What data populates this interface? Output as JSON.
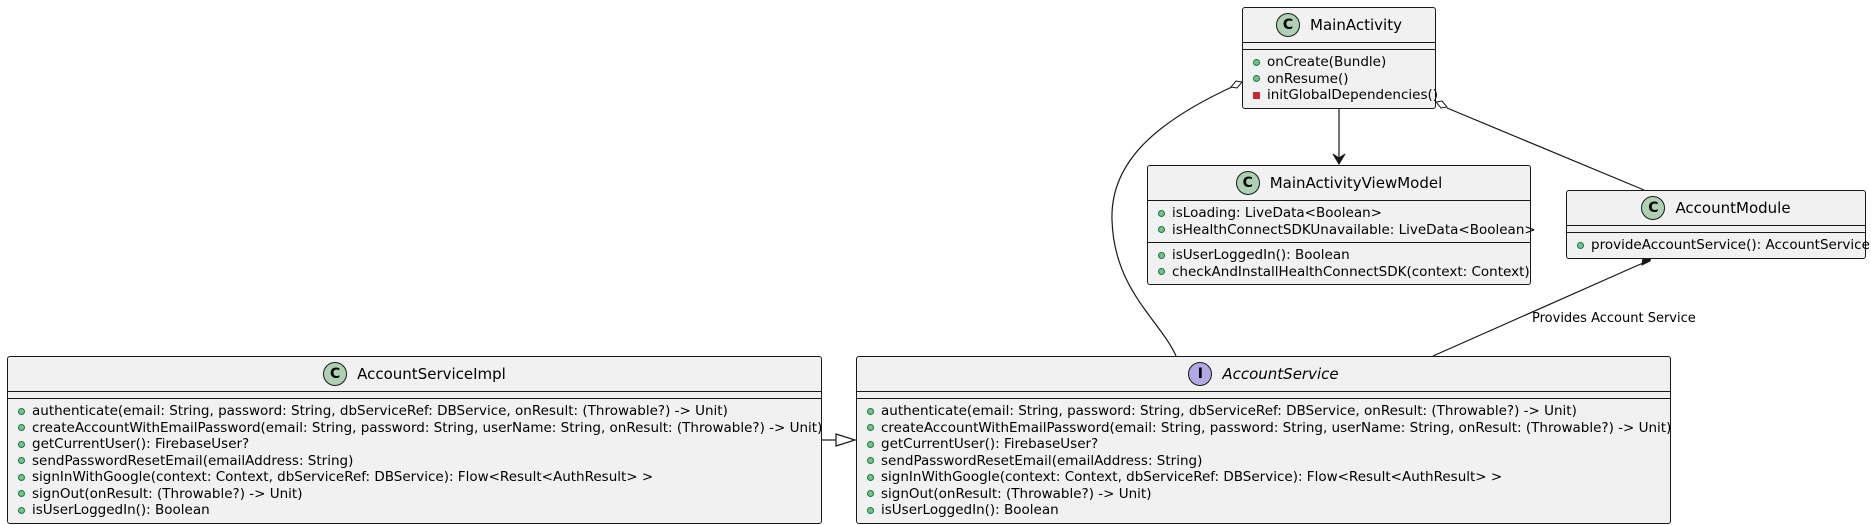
{
  "classes": {
    "main_activity": {
      "name": "MainActivity",
      "stereotype": "C",
      "fields": [],
      "methods": [
        {
          "vis": "public",
          "text": "onCreate(Bundle)"
        },
        {
          "vis": "public",
          "text": "onResume()"
        },
        {
          "vis": "private",
          "text": "initGlobalDependencies()"
        }
      ]
    },
    "main_activity_view_model": {
      "name": "MainActivityViewModel",
      "stereotype": "C",
      "fields": [
        {
          "vis": "public",
          "text": "isLoading: LiveData<Boolean>"
        },
        {
          "vis": "public",
          "text": "isHealthConnectSDKUnavailable: LiveData<Boolean>"
        }
      ],
      "methods": [
        {
          "vis": "public",
          "text": "isUserLoggedIn(): Boolean"
        },
        {
          "vis": "public",
          "text": "checkAndInstallHealthConnectSDK(context: Context)"
        }
      ]
    },
    "account_module": {
      "name": "AccountModule",
      "stereotype": "C",
      "fields": [],
      "methods": [
        {
          "vis": "public",
          "text": "provideAccountService(): AccountService"
        }
      ]
    },
    "account_service_impl": {
      "name": "AccountServiceImpl",
      "stereotype": "C",
      "fields": [],
      "methods": [
        {
          "vis": "public",
          "text": "authenticate(email: String, password: String, dbServiceRef: DBService, onResult: (Throwable?) -> Unit)"
        },
        {
          "vis": "public",
          "text": "createAccountWithEmailPassword(email: String, password: String, userName: String, onResult: (Throwable?) -> Unit)"
        },
        {
          "vis": "public",
          "text": "getCurrentUser(): FirebaseUser?"
        },
        {
          "vis": "public",
          "text": "sendPasswordResetEmail(emailAddress: String)"
        },
        {
          "vis": "public",
          "text": "signInWithGoogle(context: Context, dbServiceRef: DBService): Flow<Result<AuthResult> >"
        },
        {
          "vis": "public",
          "text": "signOut(onResult: (Throwable?) -> Unit)"
        },
        {
          "vis": "public",
          "text": "isUserLoggedIn(): Boolean"
        }
      ]
    },
    "account_service": {
      "name": "AccountService",
      "stereotype": "I",
      "fields": [],
      "methods": [
        {
          "vis": "public",
          "text": "authenticate(email: String, password: String, dbServiceRef: DBService, onResult: (Throwable?) -> Unit)"
        },
        {
          "vis": "public",
          "text": "createAccountWithEmailPassword(email: String, password: String, userName: String, onResult: (Throwable?) -> Unit)"
        },
        {
          "vis": "public",
          "text": "getCurrentUser(): FirebaseUser?"
        },
        {
          "vis": "public",
          "text": "sendPasswordResetEmail(emailAddress: String)"
        },
        {
          "vis": "public",
          "text": "signInWithGoogle(context: Context, dbServiceRef: DBService): Flow<Result<AuthResult> >"
        },
        {
          "vis": "public",
          "text": "signOut(onResult: (Throwable?) -> Unit)"
        },
        {
          "vis": "public",
          "text": "isUserLoggedIn(): Boolean"
        }
      ]
    }
  },
  "edges": {
    "provides_label": "Provides Account Service"
  },
  "colors": {
    "class_badge": "#add1b2",
    "interface_badge": "#b4a7e5",
    "box_fill": "#f1f1f1",
    "line": "#181818"
  }
}
